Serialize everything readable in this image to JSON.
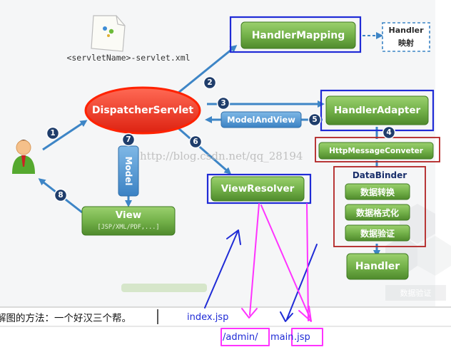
{
  "diagram": {
    "servlet_xml_label": "<servletName>-servlet.xml",
    "dispatcher_label": "DispatcherServlet",
    "handler_mapping_label": "HandlerMapping",
    "handler_mapping_note": [
      "Handler",
      "映射"
    ],
    "handler_adapter_label": "HandlerAdapter",
    "model_and_view_label": "ModelAndView",
    "http_converter_label": "HttpMessageConveter",
    "data_binder_label": "DataBinder",
    "data_binder_steps": [
      "数据转换",
      "数据格式化",
      "数据验证"
    ],
    "handler_label": "Handler",
    "view_resolver_label": "ViewResolver",
    "model_label": "Model",
    "view_label": "View",
    "view_sub_label": "[JSP/XML/PDF,...]",
    "step_numbers": [
      "1",
      "2",
      "3",
      "4",
      "5",
      "6",
      "7",
      "8"
    ],
    "watermark": "http://blog.csdn.net/qq_28194",
    "faded_bottom_label": "数据验证"
  },
  "editor": {
    "text_line": "解图的方法：一个好汉三个帮。"
  },
  "annotations": {
    "index_label": "index.jsp",
    "path_label_1": "/admin/",
    "path_label_2": "main",
    "path_label_3": ".jsp"
  },
  "colors": {
    "green_box": "#6aa84f",
    "blue_arrow": "#3d85c6",
    "step_badge": "#1f3d6b",
    "dispatcher_red": "#ee3322",
    "highlight_blue": "#1f2bd6",
    "highlight_magenta": "#ff33ff",
    "highlight_red": "#b22222"
  }
}
